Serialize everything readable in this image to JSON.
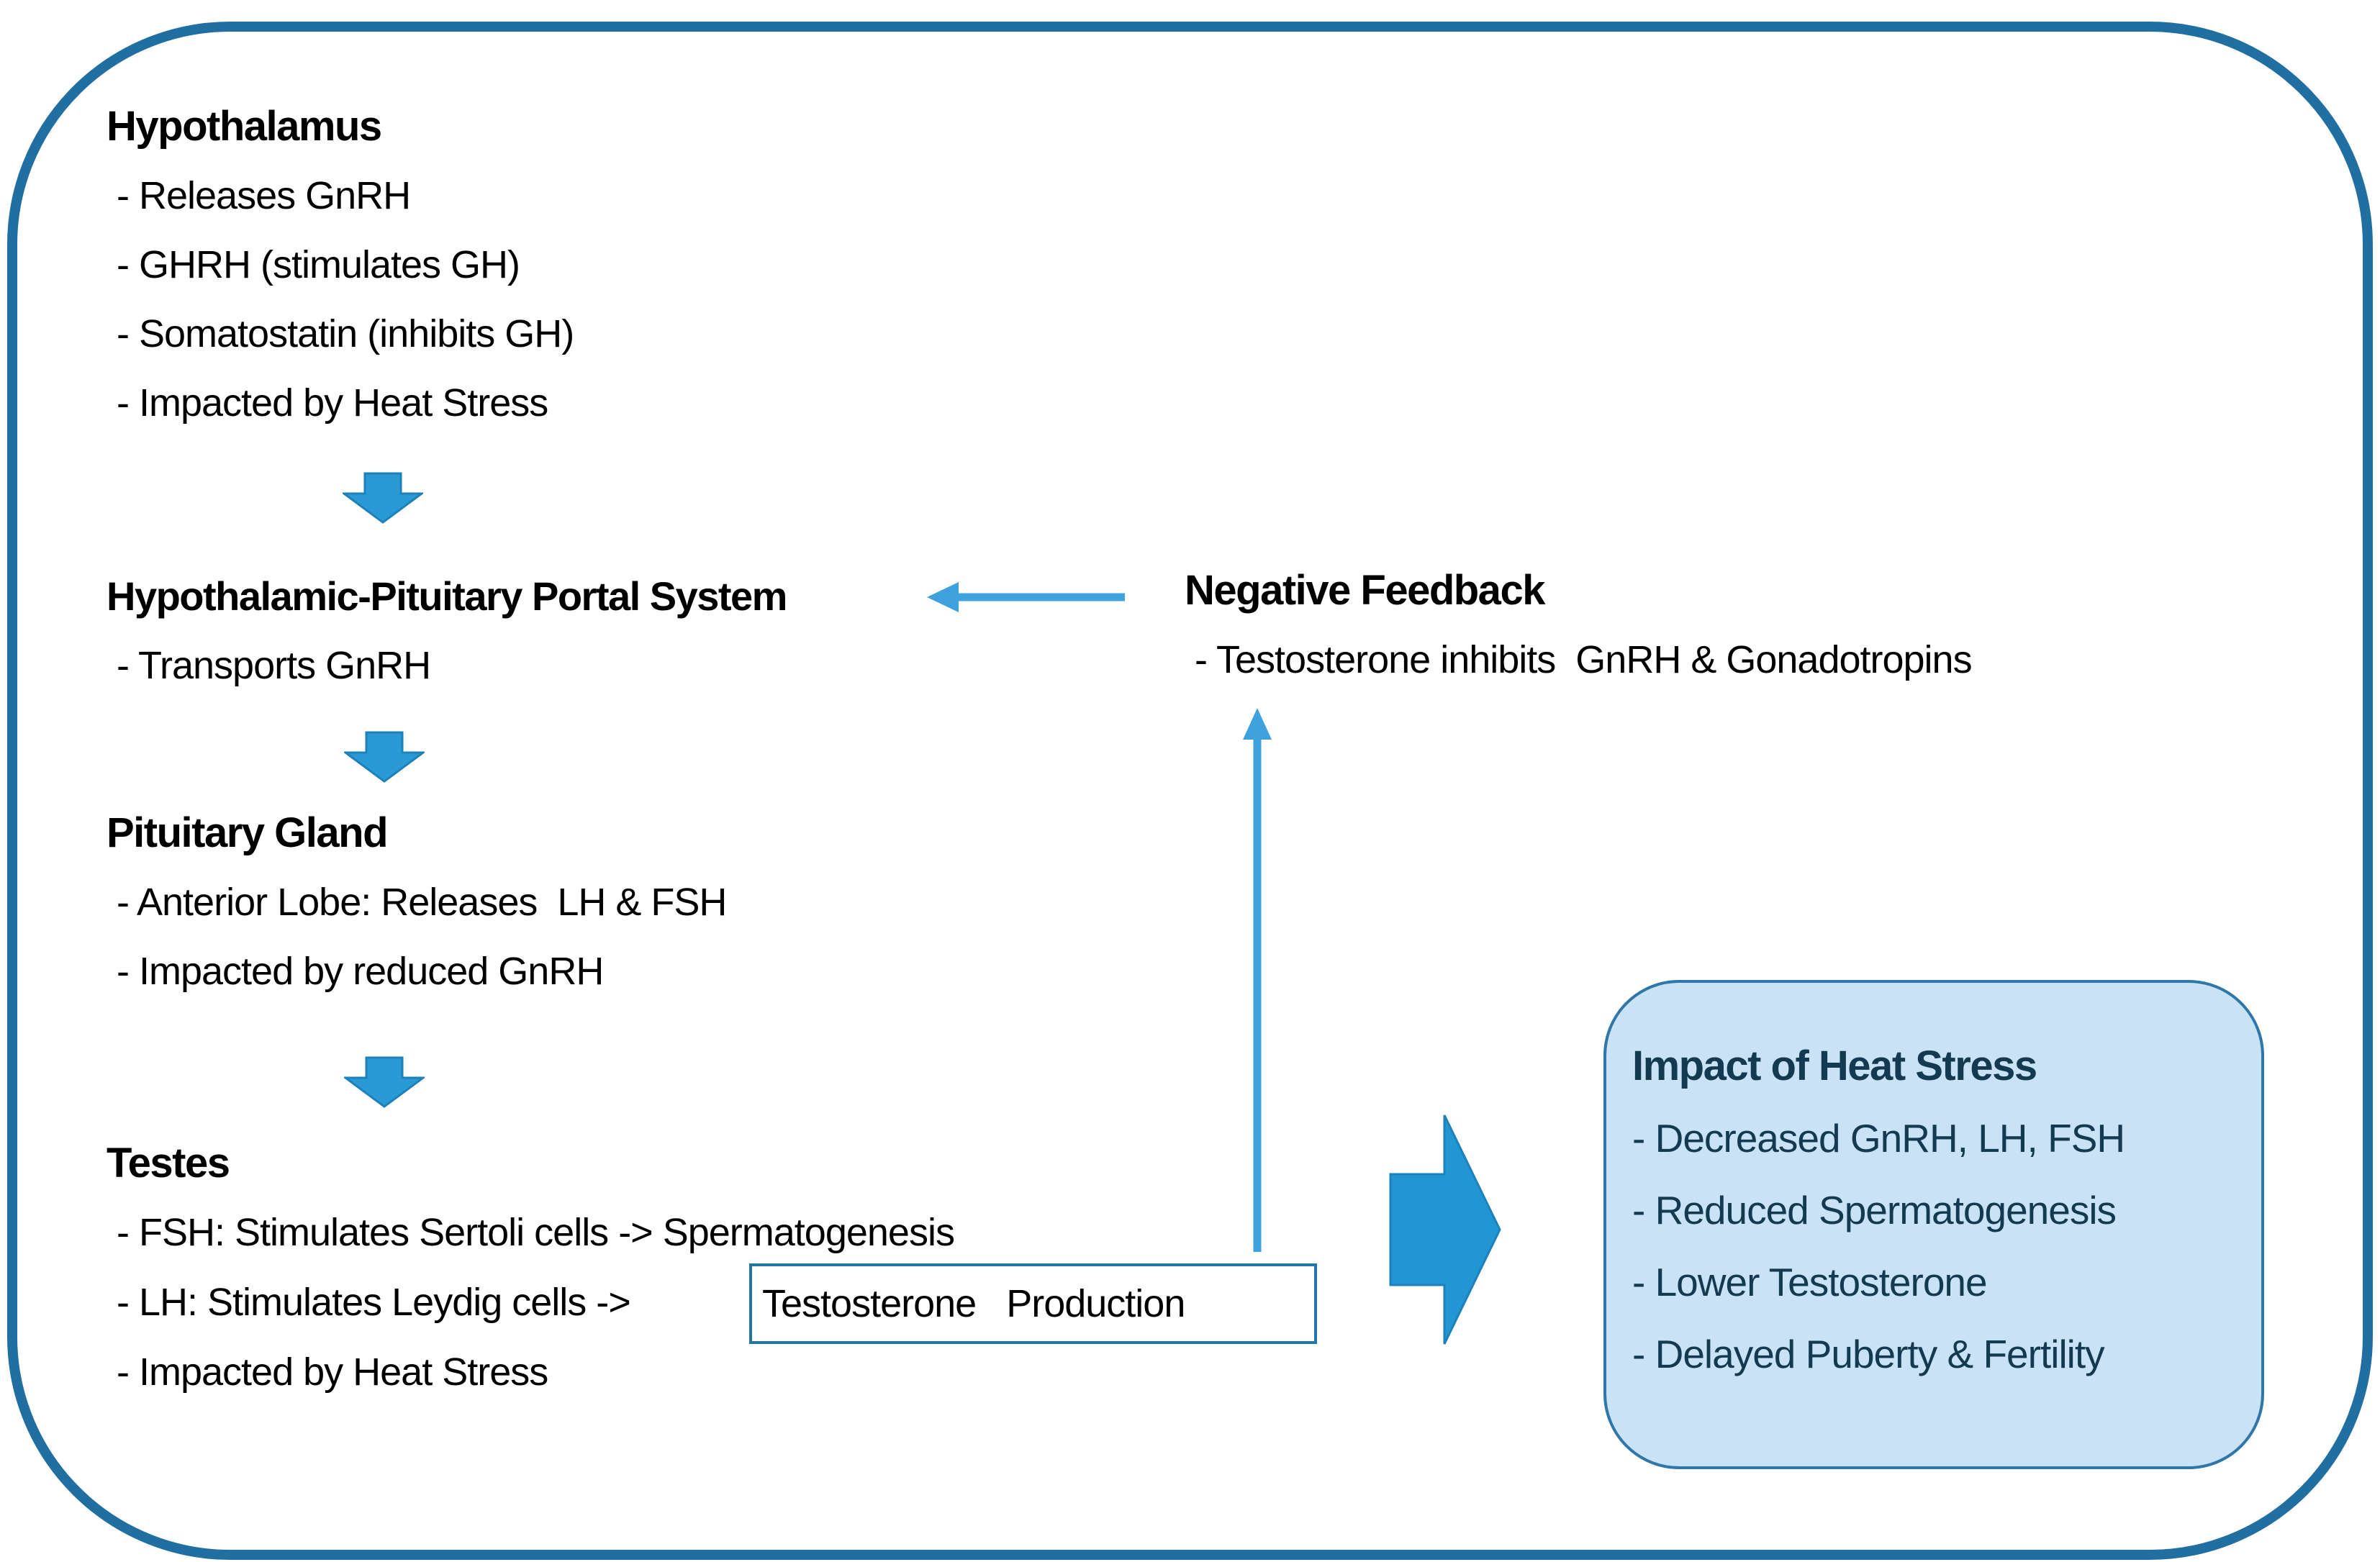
{
  "colors": {
    "frame_border": "#206FA0",
    "block_arrow_fill": "#2A9AD6",
    "block_arrow_stroke": "#1E81BA",
    "thin_arrow": "#3FA2DC",
    "impact_box_fill": "#C9E2F5",
    "impact_box_border": "#2E77A8",
    "impact_text": "#133A51",
    "testosterone_box_border": "#2077A8",
    "body_text": "#000000"
  },
  "sections": {
    "hypothalamus": {
      "title": "Hypothalamus",
      "bullets": [
        " - Releases GnRH",
        " - GHRH (stimulates GH)",
        " - Somatostatin (inhibits GH)",
        " - Impacted by Heat Stress"
      ]
    },
    "portal_system": {
      "title": "Hypothalamic-Pituitary Portal System",
      "bullets": [
        " - Transports GnRH"
      ]
    },
    "pituitary": {
      "title": "Pituitary Gland",
      "bullets": [
        " - Anterior Lobe: Releases  LH & FSH",
        " - Impacted by reduced GnRH"
      ]
    },
    "testes": {
      "title": "Testes",
      "bullets": [
        " - FSH: Stimulates Sertoli cells -> Spermatogenesis",
        " - LH: Stimulates Leydig cells ->",
        " - Impacted by Heat Stress"
      ],
      "boxed_label": "Testosterone   Production"
    },
    "negative_feedback": {
      "title": "Negative Feedback",
      "bullets": [
        " - Testosterone inhibits  GnRH & Gonadotropins"
      ]
    },
    "impact": {
      "title": "Impact of Heat Stress",
      "bullets": [
        "- Decreased GnRH, LH, FSH",
        "- Reduced Spermatogenesis",
        "- Lower Testosterone",
        "- Delayed Puberty & Fertility"
      ]
    }
  }
}
